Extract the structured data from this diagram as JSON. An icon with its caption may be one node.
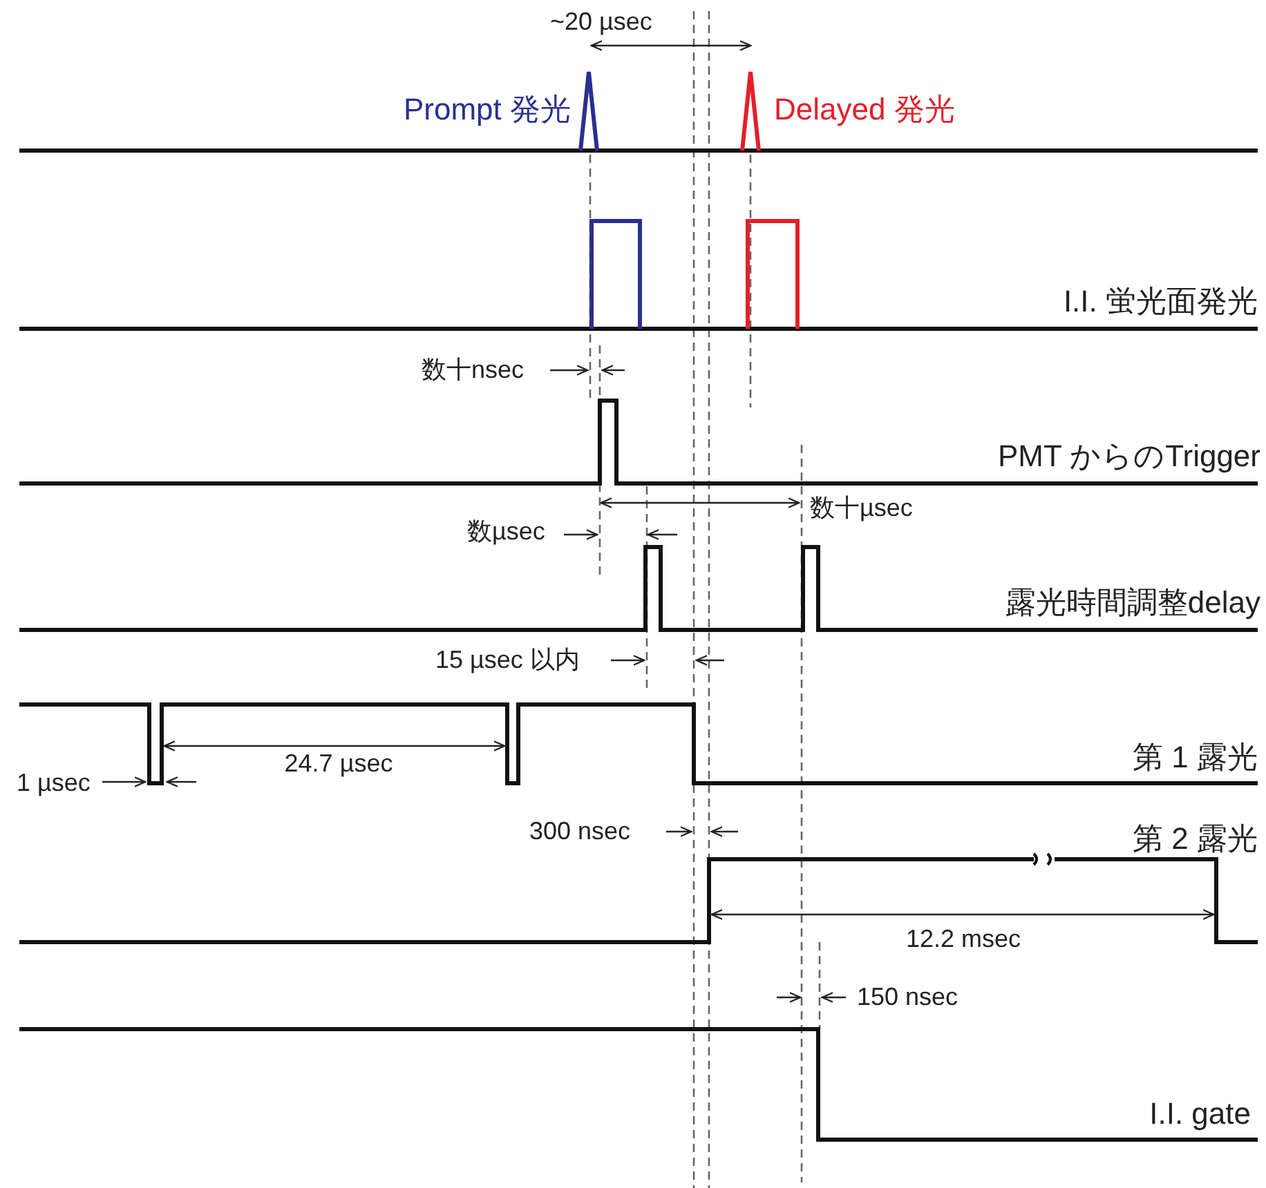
{
  "diagram": {
    "labels": [
      "~20 µsec",
      "Prompt 発光",
      "Delayed 発光",
      "I.I. 蛍光面発光",
      "数十nsec",
      "PMT からのTrigger",
      "数十µsec",
      "数µsec",
      "露光時間調整delay",
      "15 µsec 以内",
      "1 µsec",
      "24.7 µsec",
      "第 1 露光",
      "300 nsec",
      "第 2 露光",
      "12.2 msec",
      "150 nsec",
      "I.I. gate"
    ]
  }
}
